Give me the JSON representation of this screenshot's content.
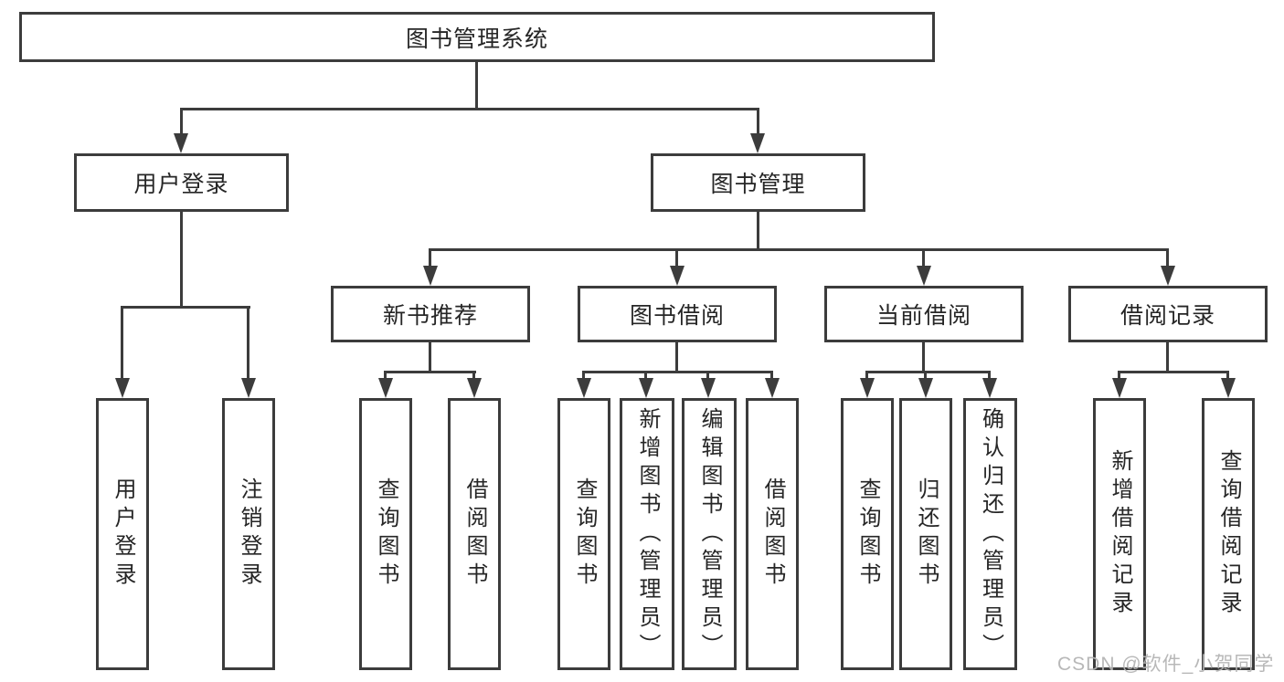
{
  "nodes": {
    "root": "图书管理系统",
    "user_login": "用户登录",
    "book_mgmt": "图书管理",
    "new_book_rec": "新书推荐",
    "book_borrow": "图书借阅",
    "current_borrow": "当前借阅",
    "borrow_records": "借阅记录"
  },
  "leaves": {
    "user_login": [
      "用户登录",
      "注销登录"
    ],
    "new_book_rec": [
      "查询图书",
      "借阅图书"
    ],
    "book_borrow": [
      "查询图书",
      "新增图书（管理员）",
      "编辑图书（管理员）",
      "借阅图书"
    ],
    "current_borrow": [
      "查询图书",
      "归还图书",
      "确认归还（管理员）"
    ],
    "borrow_records": [
      "新增借阅记录",
      "查询借阅记录"
    ]
  },
  "watermark": "CSDN @软件_小贺同学",
  "colors": {
    "line": "#3c3c3c",
    "text": "#262626",
    "background": "#ffffff",
    "watermark": "#b4b4b4"
  }
}
